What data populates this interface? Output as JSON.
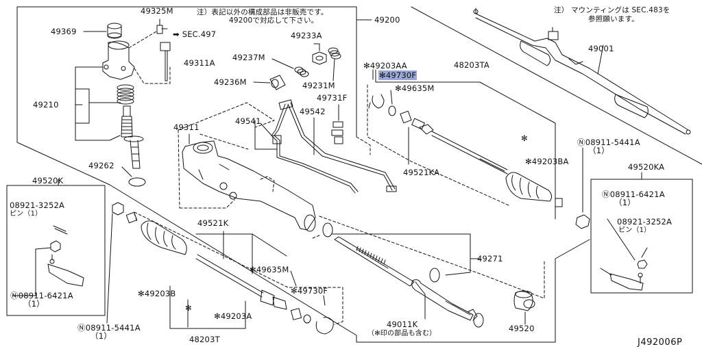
{
  "diagram_id": "J492006P",
  "notes": {
    "top_left_line1": "注）表記以外の構成部品は非販売です。",
    "top_left_line2": "49200で対応して下さい。",
    "top_right_line1": "注） マウンティングは SEC.483を",
    "top_right_line2": "参照願います。"
  },
  "labels": {
    "p49325M": "49325M",
    "p49369": "49369",
    "sec497": "SEC.497",
    "p49311A": "49311A",
    "p49210": "49210",
    "p49262": "49262",
    "p49200": "49200",
    "p49233A": "49233A",
    "p49237M": "49237M",
    "p49236M": "49236M",
    "p49231M": "49231M",
    "p49731F": "49731F",
    "p49542": "49542",
    "p49541": "49541",
    "p49311": "49311",
    "p49203AA": "✻49203AA",
    "p49730F_top": "✻49730F",
    "p49635M_top": "✻49635M",
    "p48203TA": "48203TA",
    "p49001": "49001",
    "p49521KA": "49521KA",
    "p49203BA": "✻49203BA",
    "p08911_5441A_r": "Ⓝ08911-5441A",
    "qty_r1": "（1）",
    "p49520KA": "49520KA",
    "p08911_6421A_r": "Ⓝ08911-6421A",
    "qty_r2": "（1）",
    "p08921_3252A_r": "08921-3252A",
    "pin_r": "ピン（1）",
    "p49520K": "49520K",
    "p08921_3252A_l": "08921-3252A",
    "pin_l": "ピン（1）",
    "p08911_6421A_l": "Ⓝ08911-6421A",
    "qty_l2": "（1）",
    "p49521K": "49521K",
    "p49635M_bot": "✻49635M",
    "p49730F_bot": "✻49730F",
    "p49203B": "✻49203B",
    "p49203A": "✻49203A",
    "p48203T": "48203T",
    "p08911_5441A_l": "Ⓝ08911-5441A",
    "qty_l1": "（1）",
    "p49271": "49271",
    "p49011K": "49011K",
    "p49011K_sub": "（✻印の部品も含む）",
    "p49520": "49520",
    "asterisk_top": "✻",
    "asterisk_bot": "✻"
  },
  "arrow_glyph": "➡",
  "highlight_color": "#9aa8d8"
}
